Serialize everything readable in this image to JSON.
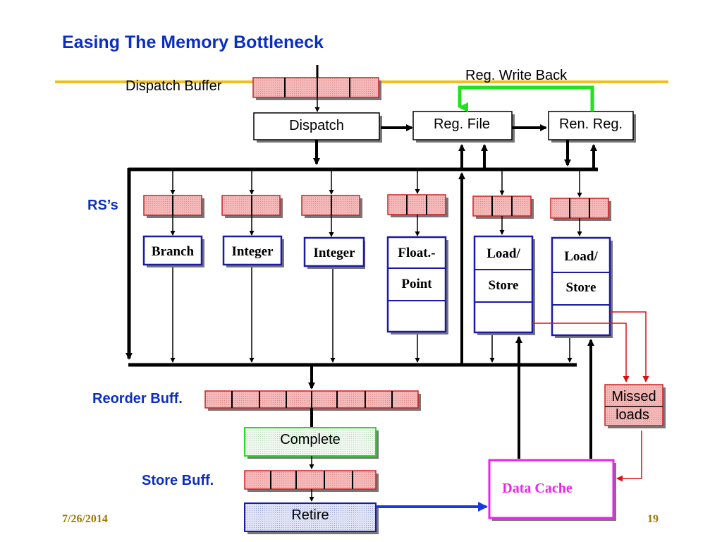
{
  "slide": {
    "title": "Easing The Memory Bottleneck",
    "date": "7/26/2014",
    "page_number": "19"
  },
  "labels": {
    "dispatch_buffer": "Dispatch Buffer",
    "reg_write_back": "Reg. Write Back",
    "rs": "RS’s",
    "reorder_buff": "Reorder Buff.",
    "store_buff": "Store Buff."
  },
  "boxes": {
    "dispatch": "Dispatch",
    "reg_file": "Reg. File",
    "ren_reg": "Ren. Reg.",
    "complete": "Complete",
    "retire": "Retire",
    "data_cache": "Data Cache",
    "missed_loads_1": "Missed",
    "missed_loads_2": "loads"
  },
  "units": {
    "branch": "Branch",
    "integer_1": "Integer",
    "integer_2": "Integer",
    "float_line1": "Float.-",
    "float_line2": "Point",
    "ls1_line1": "Load/",
    "ls1_line2": "Store",
    "ls2_line1": "Load/",
    "ls2_line2": "Store"
  },
  "colors": {
    "title_blue": "#0a2fbf",
    "buffer_fill": "#f4b8b8",
    "buffer_stroke": "#cc2222",
    "unit_border": "#1a1aa8",
    "green_arrow": "#22e022",
    "magenta": "#ee22ee",
    "red_line": "#dd1111",
    "blue_arrow": "#1a3ae0",
    "rule_gold": "#f0c020"
  }
}
